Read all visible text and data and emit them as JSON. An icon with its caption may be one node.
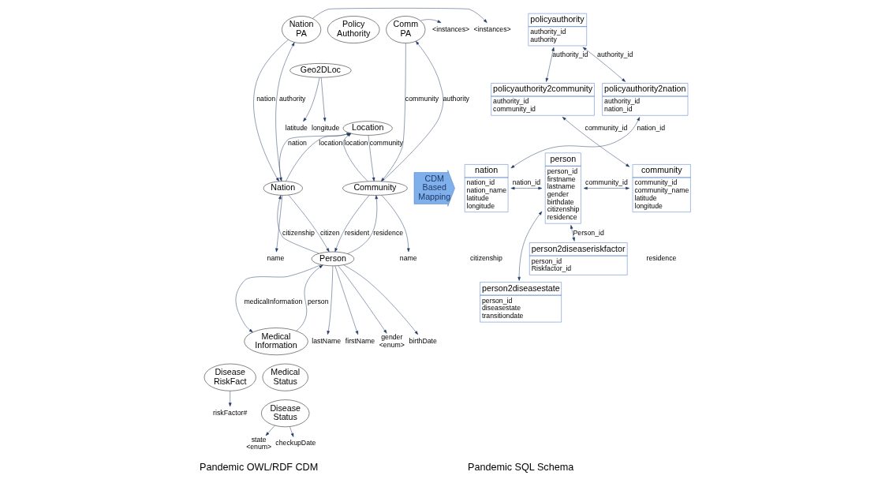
{
  "diagram": {
    "nodes": [
      {
        "text": [
          "Nation PA"
        ]
      },
      {
        "text": [
          "Policy Authority"
        ]
      },
      {
        "text": [
          "Comm PA"
        ]
      },
      {
        "text": [
          "<instances>"
        ]
      },
      {
        "text": [
          "<instances>"
        ]
      },
      {
        "text": [
          "Geo2DLoc"
        ]
      },
      {
        "text": [
          "Location"
        ]
      },
      {
        "text": [
          "longitude"
        ]
      },
      {
        "text": [
          "latitude"
        ]
      },
      {
        "text": [
          "Nation"
        ]
      },
      {
        "text": [
          "Community"
        ]
      },
      {
        "text": [
          "name"
        ]
      },
      {
        "text": [
          "name"
        ]
      },
      {
        "text": [
          "Person"
        ]
      },
      {
        "text": [
          "lastName"
        ]
      },
      {
        "text": [
          "firstName"
        ]
      },
      {
        "text": [
          "gender <enum>"
        ]
      },
      {
        "text": [
          "birthDate"
        ]
      },
      {
        "text": [
          "Medical Information"
        ]
      },
      {
        "text": [
          "Disease RiskFact"
        ]
      },
      {
        "text": [
          "Medical Status"
        ]
      },
      {
        "text": [
          "Disease Status"
        ]
      },
      {
        "text": [
          "riskFactor#"
        ]
      },
      {
        "text": [
          "state <enum>"
        ]
      },
      {
        "text": [
          "checkupDate"
        ]
      },
      {
        "text": [
          "CDM Based Mapping"
        ]
      },
      {
        "text": [
          "policyauthority",
          "authority_id",
          "authority"
        ]
      },
      {
        "text": [
          "policyauthority2nation",
          "authority_id",
          "nation_id"
        ]
      },
      {
        "text": [
          "policyauthority2community",
          "authority_id",
          "community_id"
        ]
      },
      {
        "text": [
          "nation",
          "nation_id",
          "nation_name",
          "latitude",
          "longitude"
        ]
      },
      {
        "text": [
          "person",
          "person_id",
          "firstname",
          "lastname",
          "gender",
          "birthdate",
          "citizenship",
          "residence"
        ]
      },
      {
        "text": [
          "community",
          "community_id",
          "community_name",
          "latitude",
          "longitude"
        ]
      },
      {
        "text": [
          "person2diseaseriskfactor",
          "person_id",
          "Riskfactor_id"
        ]
      },
      {
        "text": [
          "person2diseasestate",
          "person_id",
          "diseasestate",
          "transitiondate"
        ]
      }
    ],
    "edges": [
      {
        "from": 0,
        "to": 3,
        "arrow": "to"
      },
      {
        "from": 2,
        "to": 4,
        "arrow": "to"
      },
      {
        "from": 0,
        "to": 9,
        "arrow": "to",
        "label": "nation"
      },
      {
        "from": 9,
        "to": 0,
        "arrow": "to",
        "label": "authority"
      },
      {
        "from": 2,
        "to": 10,
        "arrow": "to",
        "label": "community"
      },
      {
        "from": 10,
        "to": 2,
        "arrow": "to",
        "label": "authority"
      },
      {
        "from": 5,
        "to": 7,
        "arrow": "to"
      },
      {
        "from": 5,
        "to": 8,
        "arrow": "to"
      },
      {
        "from": 6,
        "to": 9,
        "arrow": "to",
        "label": "nation"
      },
      {
        "from": 9,
        "to": 6,
        "arrow": "to",
        "label": "location"
      },
      {
        "from": 6,
        "to": 10,
        "arrow": "to",
        "label": "community"
      },
      {
        "from": 10,
        "to": 6,
        "arrow": "to",
        "label": "location"
      },
      {
        "from": 9,
        "to": 11,
        "arrow": "to"
      },
      {
        "from": 10,
        "to": 12,
        "arrow": "to"
      },
      {
        "from": 9,
        "to": 13,
        "arrow": "to",
        "label": "citizen"
      },
      {
        "from": 13,
        "to": 9,
        "arrow": "to",
        "label": "citizenship"
      },
      {
        "from": 13,
        "to": 10,
        "arrow": "to",
        "label": "residence"
      },
      {
        "from": 10,
        "to": 13,
        "arrow": "to",
        "label": "resident"
      },
      {
        "from": 18,
        "to": 13,
        "arrow": "to",
        "label": "person"
      },
      {
        "from": 13,
        "to": 18,
        "arrow": "to",
        "label": "medicalInformation"
      },
      {
        "from": 13,
        "to": 14,
        "arrow": "to"
      },
      {
        "from": 13,
        "to": 15,
        "arrow": "to"
      },
      {
        "from": 13,
        "to": 16,
        "arrow": "to"
      },
      {
        "from": 13,
        "to": 17,
        "arrow": "to"
      },
      {
        "from": 19,
        "to": 22,
        "arrow": "to"
      },
      {
        "from": 21,
        "to": 23,
        "arrow": "to"
      },
      {
        "from": 21,
        "to": 24,
        "arrow": "to"
      },
      {
        "from": 26,
        "to": 27,
        "arrow": "both",
        "label": "authority_id"
      },
      {
        "from": 26,
        "to": 28,
        "arrow": "both",
        "label": "authority_id"
      },
      {
        "from": 27,
        "to": 29,
        "arrow": "both",
        "label": "nation_id"
      },
      {
        "from": 28,
        "to": 31,
        "arrow": "both",
        "label": "community_id"
      },
      {
        "from": 29,
        "to": 30,
        "arrow": "both",
        "label": "nation_id"
      },
      {
        "from": 30,
        "to": 31,
        "arrow": "both",
        "label": "community_id"
      },
      {
        "from": 30,
        "to": 32,
        "arrow": "both",
        "label": "Person_id"
      },
      {
        "from": 30,
        "to": 33,
        "arrow": "both"
      }
    ],
    "labels": [
      "citizenship",
      "residence",
      "Pandemic OWL/RDF CDM",
      "Pandemic SQL Schema"
    ]
  }
}
